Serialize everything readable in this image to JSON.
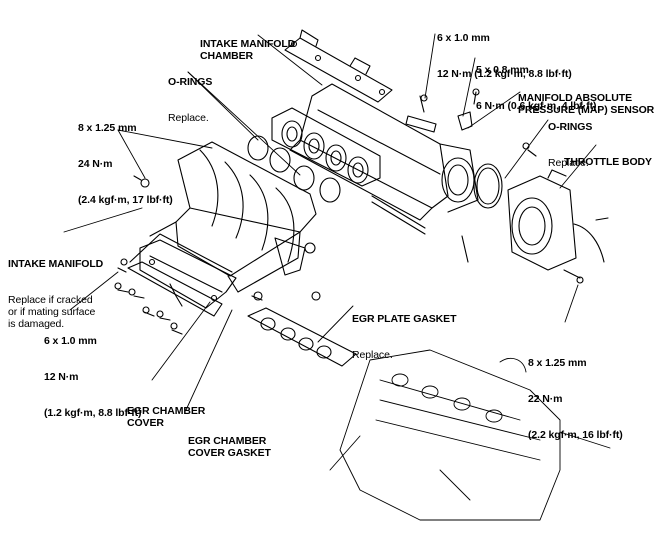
{
  "diagram": {
    "colors": {
      "ink": "#000000",
      "paper": "#ffffff"
    },
    "labels": {
      "intake_manifold_chamber": {
        "title": "INTAKE MANIFOLD\nCHAMBER"
      },
      "o_rings_left": {
        "title": "O-RINGS",
        "note": "Replace."
      },
      "bolt_8x125_24": {
        "size": "8 x 1.25 mm",
        "torque": "24 N·m",
        "torque_alt": "(2.4 kgf·m, 17 lbf·ft)"
      },
      "bolt_6x10_top": {
        "size": "6 x 1.0 mm",
        "torque": "12 N·m (1.2 kgf·m, 8.8 lbf·ft)"
      },
      "bolt_5x08": {
        "size": "5 x 0.8 mm",
        "torque": "6 N·m (0.6 kgf·m, 4 lbf·ft)"
      },
      "map_sensor": {
        "title": "MANIFOLD ABSOLUTE\nPRESSURE (MAP) SENSOR"
      },
      "o_rings_right": {
        "title": "O-RINGS",
        "note": "Replace."
      },
      "throttle_body": {
        "title": "THROTTLE BODY"
      },
      "intake_manifold": {
        "title": "INTAKE MANIFOLD",
        "note": "Replace if cracked\nor if mating surface\nis damaged."
      },
      "bolt_6x10_left": {
        "size": "6 x 1.0 mm",
        "torque": "12 N·m",
        "torque_alt": "(1.2 kgf·m, 8.8 lbf·ft)"
      },
      "egr_plate_gasket": {
        "title": "EGR PLATE GASKET",
        "note": "Replace."
      },
      "bolt_8x125_22": {
        "size": "8 x 1.25 mm",
        "torque": "22 N·m",
        "torque_alt": "(2.2 kgf·m, 16 lbf·ft)"
      },
      "egr_chamber_cover": {
        "title": "EGR CHAMBER\nCOVER"
      },
      "egr_chamber_cover_gasket": {
        "title": "EGR CHAMBER\nCOVER GASKET"
      }
    }
  }
}
